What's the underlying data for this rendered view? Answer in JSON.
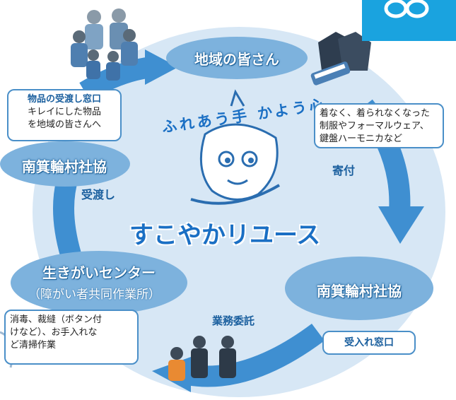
{
  "colors": {
    "circle_bg": "#d7e7f5",
    "oval": "#7db2dd",
    "arrow": "#3f8fd1",
    "brand_badge": "#1aa3df",
    "callout_border": "#4a8fc8",
    "title": "#1a6fc4"
  },
  "icons": [
    "reuse-loop-icon",
    "family-illustration",
    "donated-items-illustration",
    "workers-illustration",
    "mascot-face-illustration"
  ],
  "center": {
    "title": "すこやかリユース",
    "arc_text": "ふれあう手 かよう心"
  },
  "nodes": {
    "top": {
      "label": "地域の皆さん"
    },
    "right": {
      "label": "南箕輪村社協"
    },
    "left": {
      "label": "生きがいセンター",
      "sublabel": "（障がい者共同作業所）"
    },
    "left_top": {
      "label": "南箕輪村社協"
    }
  },
  "edges": {
    "donate": "寄付",
    "commission": "業務委託",
    "handover": "受渡し"
  },
  "callouts": {
    "items": [
      "着なく、着られなくなった",
      "制服やフォーマルウェア、",
      "鍵盤ハーモニカなど"
    ],
    "counter_title": "物品の受渡し窓口",
    "counter_lines": [
      "キレイにした物品",
      "を地域の皆さんへ"
    ],
    "work_lines": [
      "消毒、裁縫（ボタン付",
      "けなど）、お手入れな",
      "ど清掃作業"
    ],
    "intake": "受入れ窓口"
  }
}
